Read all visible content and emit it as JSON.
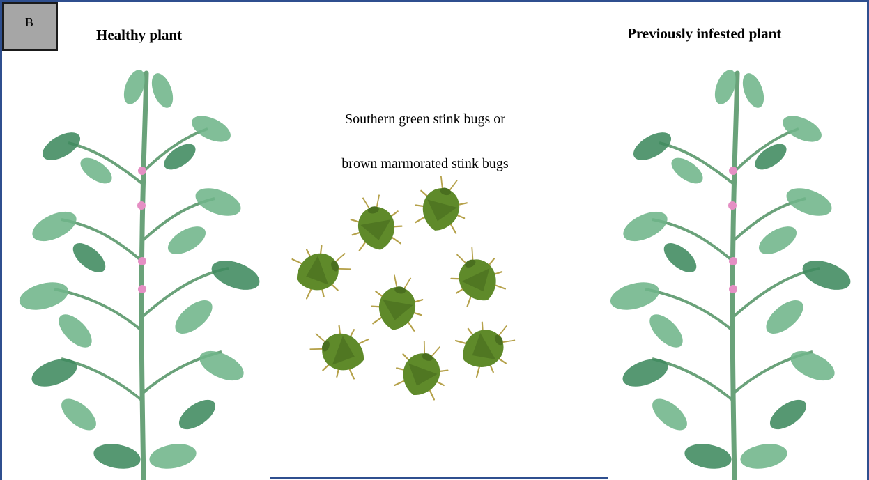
{
  "panel_label": "B",
  "titles": {
    "left": "Healthy plant",
    "right": "Previously infested plant"
  },
  "center_caption": {
    "line1": "Southern green stink bugs or",
    "line2": "brown marmorated stink bugs"
  },
  "colors": {
    "frame_border": "#2f4f8f",
    "leaf": "#6fb58a",
    "leaf_dark": "#3f8a5e",
    "stem": "#6aa27a",
    "flower": "#e58fc4",
    "bug_body": "#5f8a2a",
    "bug_shade": "#4a6f1f",
    "bug_legs": "#b5a14a"
  },
  "icons": {
    "plants": "soybean-plant-icon",
    "insects": "stink-bug-icon"
  }
}
